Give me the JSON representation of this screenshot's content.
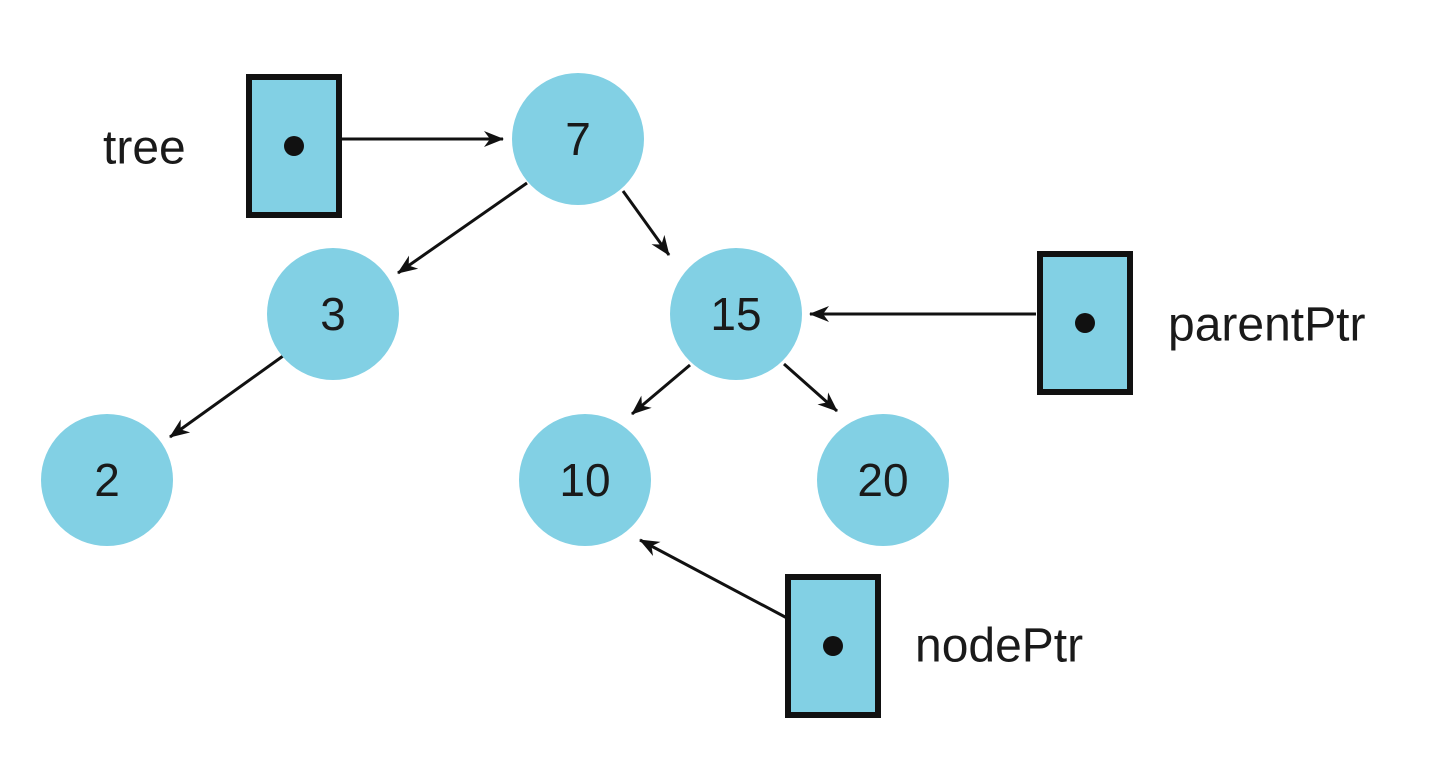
{
  "nodes": [
    {
      "id": "n7",
      "label": "7"
    },
    {
      "id": "n3",
      "label": "3"
    },
    {
      "id": "n15",
      "label": "15"
    },
    {
      "id": "n2",
      "label": "2"
    },
    {
      "id": "n10",
      "label": "10"
    },
    {
      "id": "n20",
      "label": "20"
    }
  ],
  "edges": [
    {
      "from": "n7",
      "to": "n3"
    },
    {
      "from": "n7",
      "to": "n15"
    },
    {
      "from": "n3",
      "to": "n2"
    },
    {
      "from": "n15",
      "to": "n10"
    },
    {
      "from": "n15",
      "to": "n20"
    }
  ],
  "pointers": [
    {
      "id": "tree",
      "label": "tree",
      "target": "n7"
    },
    {
      "id": "parentPtr",
      "label": "parentPtr",
      "target": "n15"
    },
    {
      "id": "nodePtr",
      "label": "nodePtr",
      "target": "n10"
    }
  ],
  "colors": {
    "node_fill": "#82d0e4",
    "stroke": "#111111"
  }
}
